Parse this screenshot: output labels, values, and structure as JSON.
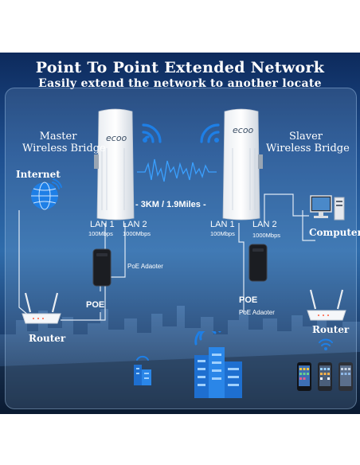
{
  "header": {
    "title": "Point To Point Extended Network",
    "subtitle": "Easily extend the network to another locate"
  },
  "master": {
    "label_line1": "Master",
    "label_line2": "Wireless Bridge",
    "brand": "ecoo"
  },
  "slaver": {
    "label_line1": "Slaver",
    "label_line2": "Wireless Bridge",
    "brand": "ecoo"
  },
  "link": {
    "distance": "- 3KM / 1.9Miles -"
  },
  "left_ports": {
    "lan1": "LAN 1",
    "lan1_speed": "100Mbps",
    "lan2": "LAN 2",
    "lan2_speed": "1000Mbps"
  },
  "right_ports": {
    "lan1": "LAN 1",
    "lan1_speed": "100Mbps",
    "lan2": "LAN 2",
    "lan2_speed": "1000Mbps"
  },
  "left_side": {
    "internet": "Internet",
    "poe_adapter": "PoE Adaoter",
    "poe": "POE",
    "router": "Router"
  },
  "right_side": {
    "computer": "Computer",
    "poe": "POE",
    "poe_adapter": "PoE Adaoter",
    "router": "Router"
  },
  "colors": {
    "accent_blue": "#1e7fe6",
    "line": "#dfe9f5",
    "signal": "#3aa0ff"
  },
  "icons": [
    "wifi-icon",
    "globe-icon",
    "computer-icon",
    "router-icon",
    "poe-adapter-icon",
    "building-icon",
    "smartphone-icon"
  ]
}
